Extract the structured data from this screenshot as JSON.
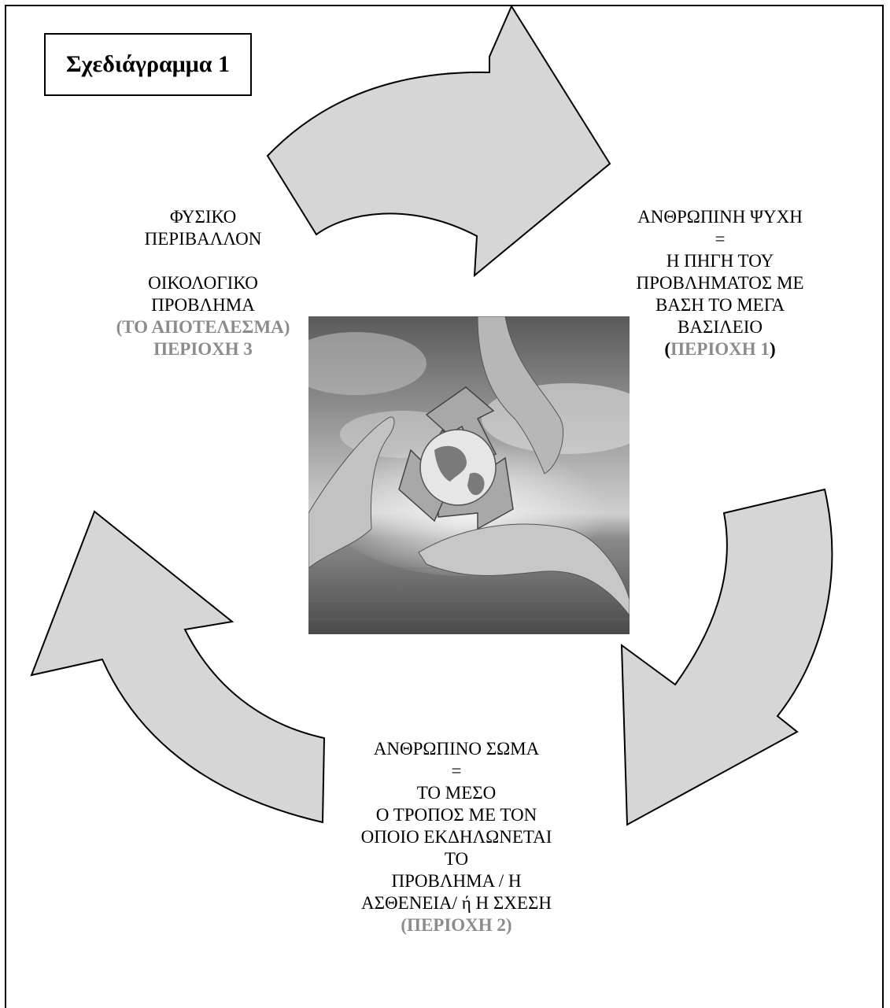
{
  "title": "Σχεδιάγραμμα 1",
  "colors": {
    "arrow_fill": "#d6d6d6",
    "arrow_stroke": "#000000",
    "accent_text": "#8c8c8c"
  },
  "image": {
    "description_icon": "recycle-globe-hands-photo"
  },
  "region_left": {
    "line1": "ΦΥΣΙΚΟ",
    "line2": "ΠΕΡΙΒΑΛΛΟΝ",
    "line3": "ΟΙΚΟΛΟΓΙΚΟ",
    "line4": "ΠΡΟΒΛΗΜΑ",
    "line5": "(ΤΟ ΑΠΟΤΕΛΕΣΜΑ)",
    "line6": "ΠΕΡΙΟΧΗ 3"
  },
  "region_right": {
    "line1": "ΑΝΘΡΩΠΙΝΗ ΨΥΧΗ",
    "line2": "=",
    "line3": "Η ΠΗΓΗ ΤΟΥ",
    "line4": "ΠΡΟΒΛΗΜΑΤΟΣ ΜΕ",
    "line5": "ΒΑΣΗ ΤΟ ΜΕΓΑ",
    "line6": "ΒΑΣΙΛΕΙΟ",
    "line7_open": "(",
    "line7_mid": "ΠΕΡΙΟΧΗ 1",
    "line7_close": ")"
  },
  "region_bottom": {
    "line1": "ΑΝΘΡΩΠΙΝΟ ΣΩΜΑ",
    "line2": "=",
    "line3": "ΤΟ ΜΕΣΟ",
    "line4": "Ο ΤΡΟΠΟΣ ΜΕ ΤΟΝ",
    "line5": "ΟΠΟΙΟ ΕΚΔΗΛΩΝΕΤΑΙ",
    "line6": "ΤΟ",
    "line7": "ΠΡΟΒΛΗΜΑ / Η",
    "line8": "ΑΣΘΕΝΕΙΑ/ ή Η ΣΧΕΣΗ",
    "line9": "(ΠΕΡΙΟΧΗ 2)"
  }
}
